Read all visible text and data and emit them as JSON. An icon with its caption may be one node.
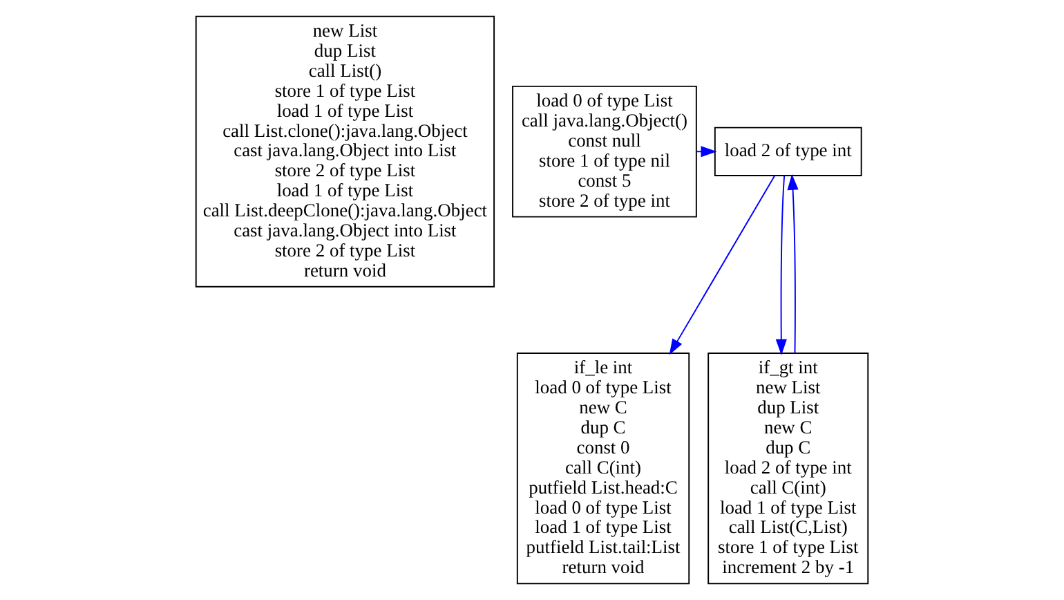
{
  "diagram": {
    "nodes": [
      {
        "text": [
          "new List",
          "dup List",
          "call List()",
          "store 1 of type List",
          "load 1 of type List",
          "call List.clone():java.lang.Object",
          "cast java.lang.Object into List",
          "store 2 of type List",
          "load 1 of type List",
          "call List.deepClone():java.lang.Object",
          "cast java.lang.Object into List",
          "store 2 of type List",
          "return void"
        ]
      },
      {
        "text": [
          "load 0 of type List",
          "call java.lang.Object()",
          "const null",
          "store 1 of type nil",
          "const 5",
          "store 2 of type int"
        ]
      },
      {
        "text": [
          "load 2 of type int"
        ]
      },
      {
        "text": [
          "if_le int",
          "load 0 of type List",
          "new C",
          "dup C",
          "const 0",
          "call C(int)",
          "putfield List.head:C",
          "load 0 of type List",
          "load 1 of type List",
          "putfield List.tail:List",
          "return void"
        ]
      },
      {
        "text": [
          "if_gt int",
          "new List",
          "dup List",
          "new C",
          "dup C",
          "load 2 of type int",
          "call C(int)",
          "load 1 of type List",
          "call List(C,List)",
          "store 1 of type List",
          "increment 2 by -1"
        ]
      }
    ],
    "edges": [
      {
        "from": 1,
        "to": 2,
        "arrow": "to"
      },
      {
        "from": 2,
        "to": 3,
        "arrow": "to"
      },
      {
        "from": 2,
        "to": 4,
        "arrow": "to"
      },
      {
        "from": 4,
        "to": 2,
        "arrow": "to"
      }
    ]
  }
}
